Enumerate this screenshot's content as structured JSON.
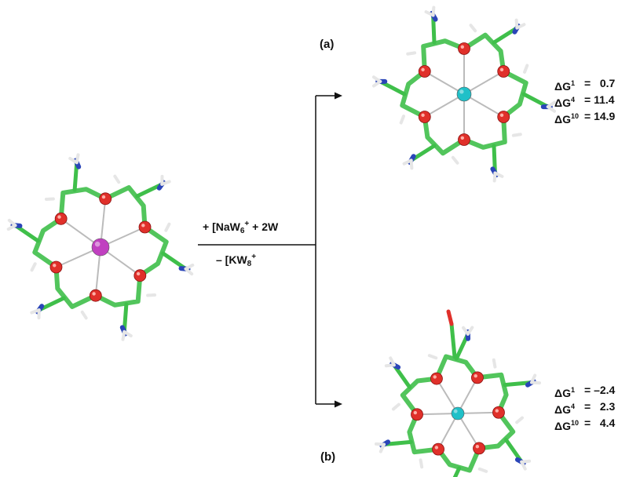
{
  "colors": {
    "carbon": "#3fbf4a",
    "oxygen": "#e0302a",
    "nitrogen": "#2a45b8",
    "hydrogen": "#e6e6e6",
    "potassium": "#c040c0",
    "sodium": "#20c0c8",
    "arrow": "#111111"
  },
  "icons": [
    "reactant-complex-k",
    "product-complex-na-a",
    "product-complex-na-b",
    "reaction-arrow"
  ],
  "reaction": {
    "add_prefix": "+  [NaW",
    "add_sub": "6",
    "add_sup": "+",
    "add_suffix": " + 2W",
    "remove_prefix": "–  [KW",
    "remove_sub": "8",
    "remove_sup": "+"
  },
  "products": [
    {
      "label": "(a)",
      "energies": [
        {
          "symbol": "ΔG",
          "sup": "1",
          "value": "=   0.7"
        },
        {
          "symbol": "ΔG",
          "sup": "4",
          "value": "= 11.4"
        },
        {
          "symbol": "ΔG",
          "sup": "10",
          "value": "= 14.9"
        }
      ]
    },
    {
      "label": "(b)",
      "energies": [
        {
          "symbol": "ΔG",
          "sup": "1",
          "value": "= –2.4"
        },
        {
          "symbol": "ΔG",
          "sup": "4",
          "value": "=   2.3"
        },
        {
          "symbol": "ΔG",
          "sup": "10",
          "value": "=   4.4"
        }
      ]
    }
  ]
}
